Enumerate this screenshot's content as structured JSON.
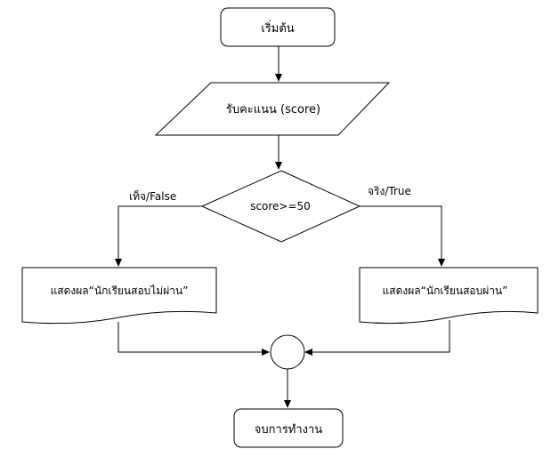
{
  "flowchart": {
    "start": "เริ่มต้น",
    "input": "รับคะแนน (score)",
    "decision": "score>=50",
    "branch_false": "เท็จ/False",
    "branch_true": "จริง/True",
    "output_fail": "แสดงผล“นักเรียนสอบไม่ผ่าน”",
    "output_pass": "แสดงผล“นักเรียนสอบผ่าน”",
    "end": "จบการทำงาน"
  }
}
